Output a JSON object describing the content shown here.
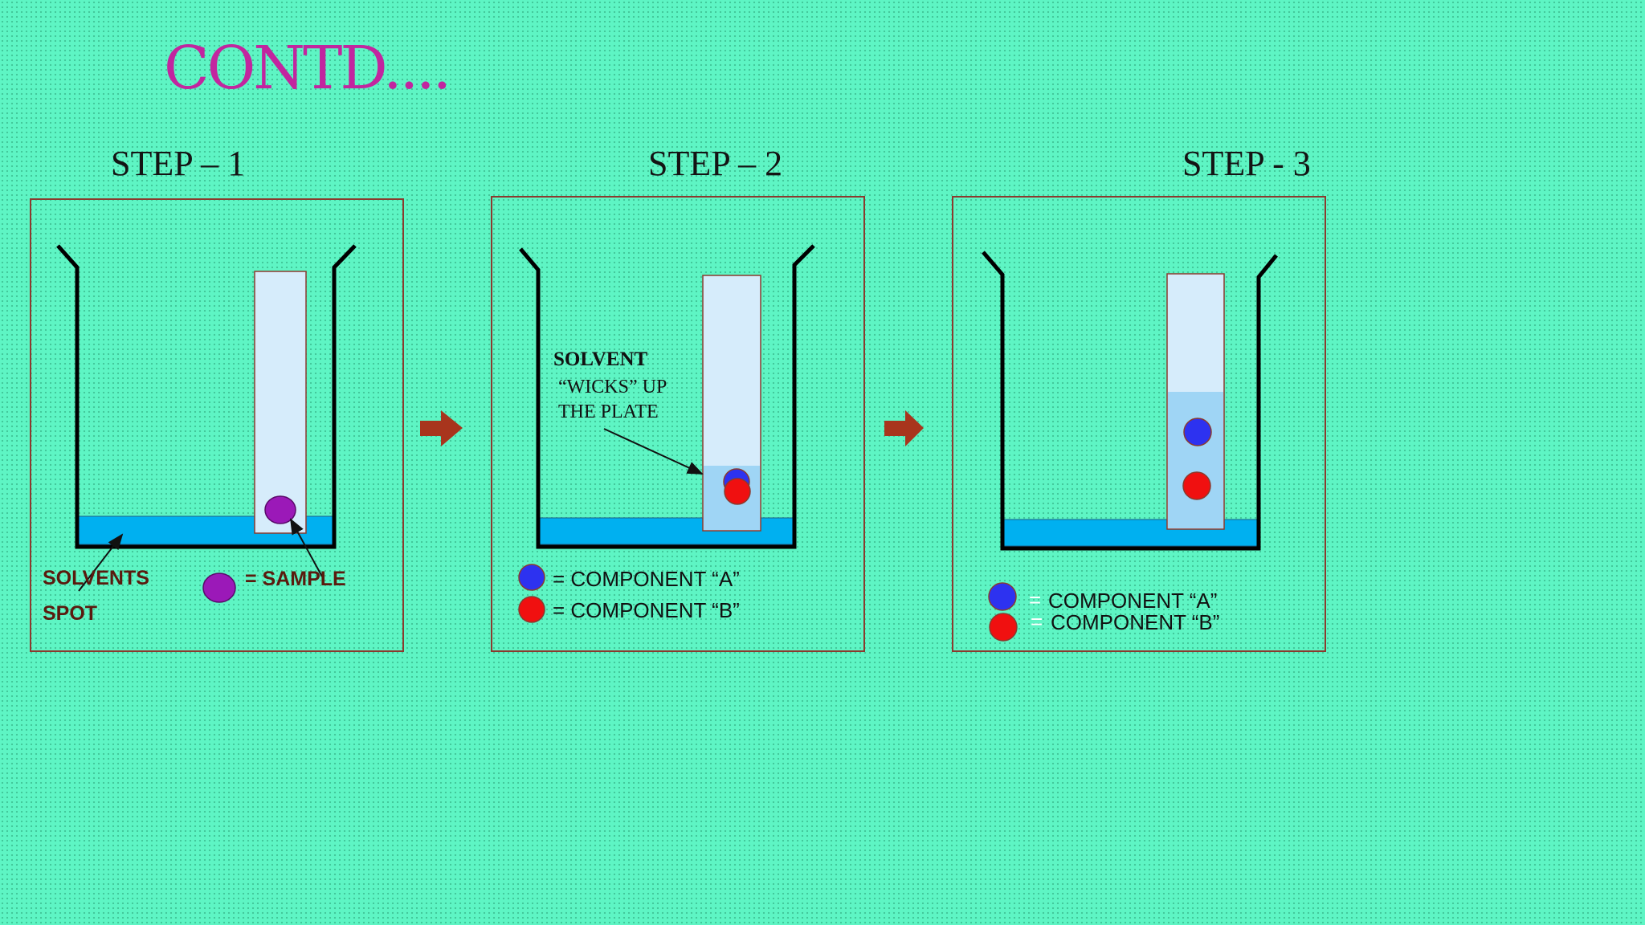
{
  "title": "CONTD....",
  "colors": {
    "background": "#5ef5c4",
    "title": "#c2259f",
    "solvent": "#00b0f0",
    "plate": "#d6ecfb",
    "plate_wet": "#9fd5f5",
    "frame": "#8b3a2e",
    "arrow": "#a8351d",
    "sample": "#9b19b8",
    "component_a": "#2d32f0",
    "component_b": "#f01010",
    "label_dark": "#5a1a0e"
  },
  "steps": [
    {
      "title": "STEP – 1",
      "labels": {
        "solvents": "SOLVENTS",
        "spot": "SPOT",
        "sample_legend": "= SAMPLE"
      }
    },
    {
      "title": "STEP – 2",
      "annotation": {
        "line1": "SOLVENT",
        "line2": "“WICKS” UP",
        "line3": "THE PLATE"
      },
      "legend": {
        "a": "= COMPONENT “A”",
        "b": "= COMPONENT “B”"
      }
    },
    {
      "title": "STEP - 3",
      "legend": {
        "a_sep": "=",
        "a": "COMPONENT “A”",
        "b_sep": "=",
        "b": "COMPONENT “B”"
      }
    }
  ],
  "icons": {
    "flow_arrow": "right-arrow-icon"
  }
}
